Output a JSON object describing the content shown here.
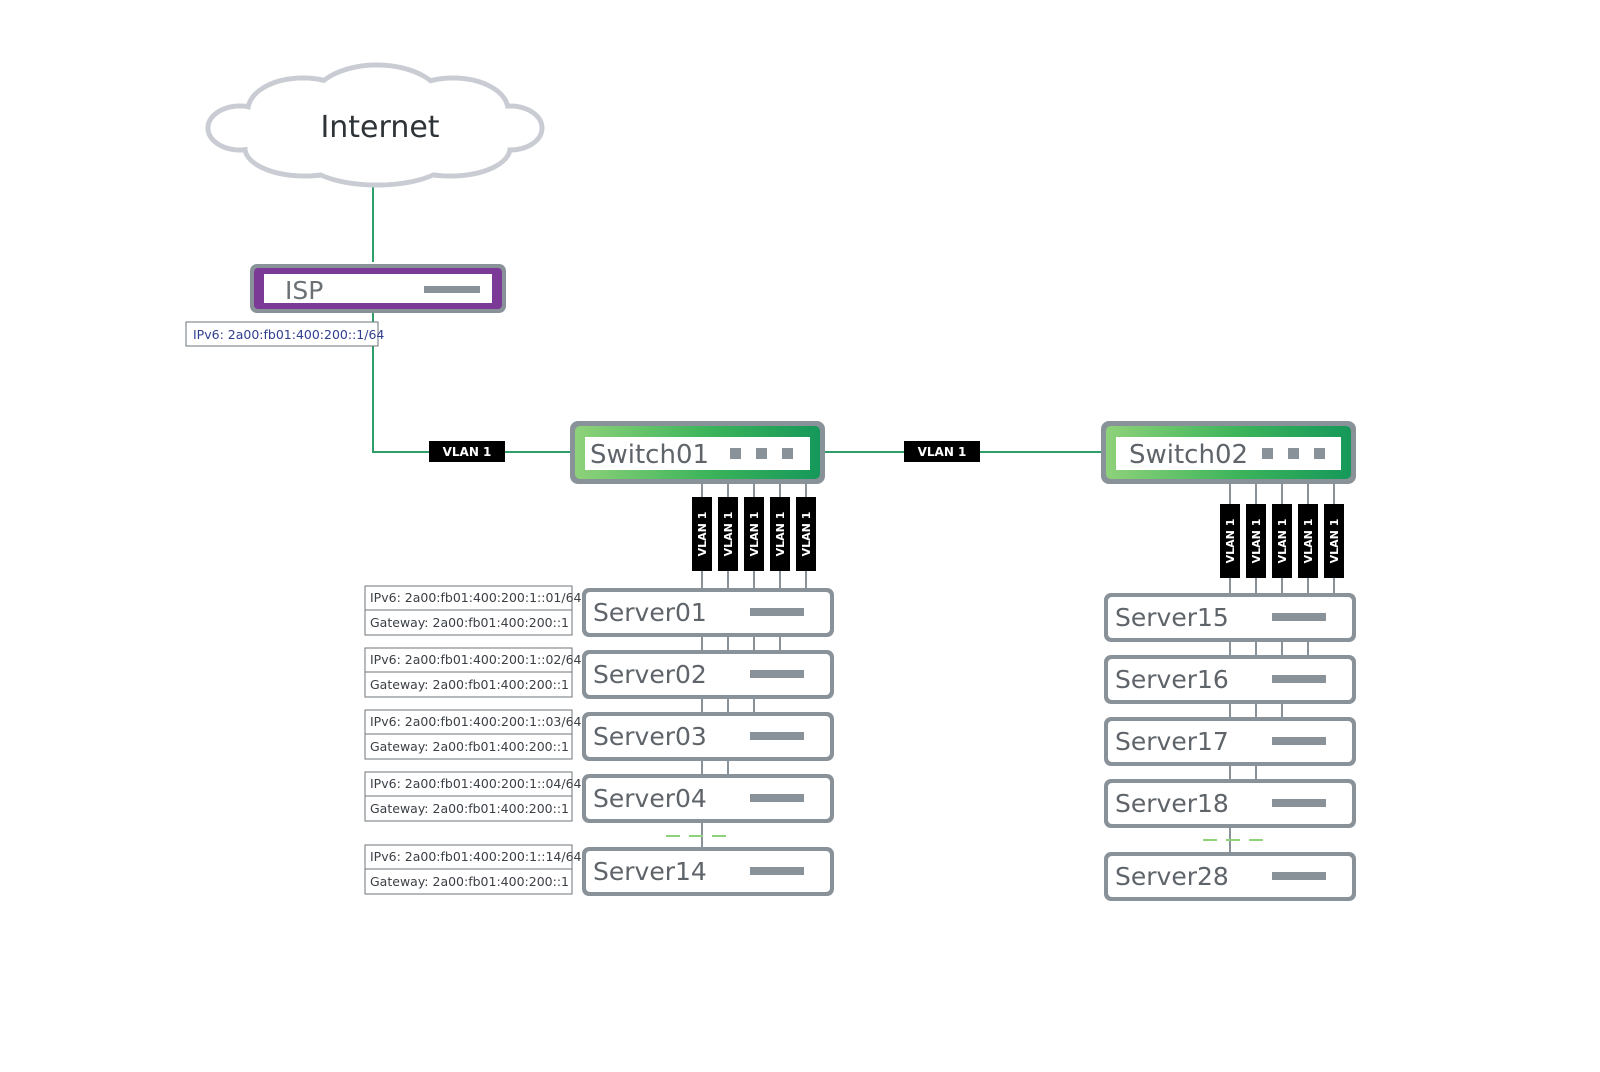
{
  "internet": {
    "label": "Internet"
  },
  "isp": {
    "label": "ISP",
    "ipv6": "IPv6: 2a00:fb01:400:200::1/64"
  },
  "switches": [
    {
      "label": "Switch01"
    },
    {
      "label": "Switch02"
    }
  ],
  "vlan_label": "VLAN 1",
  "servers_left": [
    {
      "label": "Server01",
      "ipv6": "IPv6: 2a00:fb01:400:200:1::01/64",
      "gateway": "Gateway: 2a00:fb01:400:200::1"
    },
    {
      "label": "Server02",
      "ipv6": "IPv6: 2a00:fb01:400:200:1::02/64",
      "gateway": "Gateway: 2a00:fb01:400:200::1"
    },
    {
      "label": "Server03",
      "ipv6": "IPv6: 2a00:fb01:400:200:1::03/64",
      "gateway": "Gateway: 2a00:fb01:400:200::1"
    },
    {
      "label": "Server04",
      "ipv6": "IPv6: 2a00:fb01:400:200:1::04/64",
      "gateway": "Gateway: 2a00:fb01:400:200::1"
    },
    {
      "label": "Server14",
      "ipv6": "IPv6: 2a00:fb01:400:200:1::14/64",
      "gateway": "Gateway: 2a00:fb01:400:200::1"
    }
  ],
  "servers_right": [
    {
      "label": "Server15"
    },
    {
      "label": "Server16"
    },
    {
      "label": "Server17"
    },
    {
      "label": "Server18"
    },
    {
      "label": "Server28"
    }
  ],
  "colors": {
    "link": "#2e9e6a",
    "isp_border": "#7a3a96",
    "switch_green": "#2fb24e",
    "device_border": "#8a9299",
    "cloud_stroke": "#c9ccd3",
    "vlan_tag": "#000000"
  }
}
